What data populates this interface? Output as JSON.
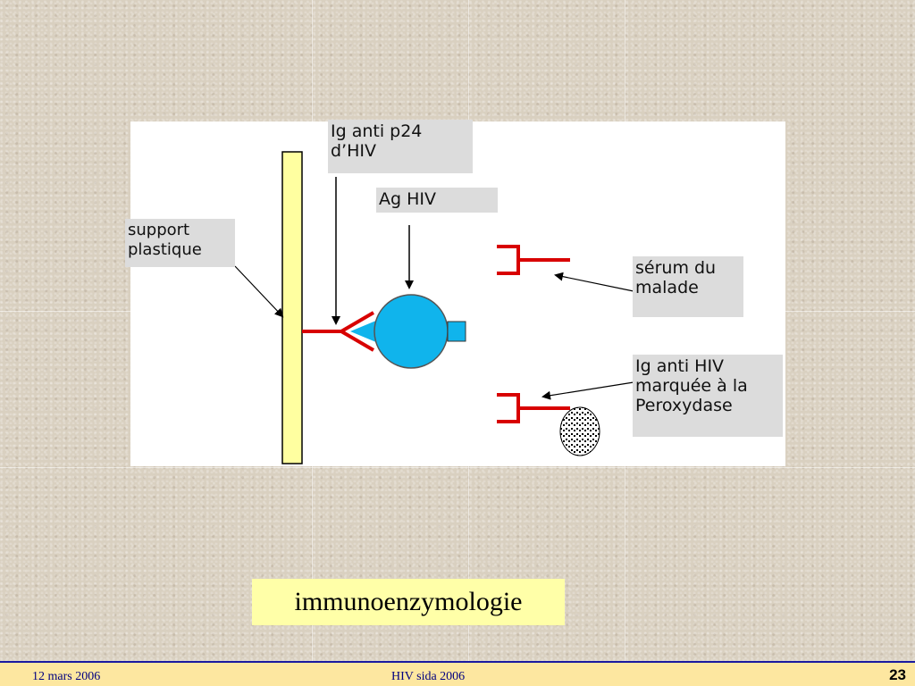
{
  "diagram": {
    "labels": {
      "ig_anti_p24": "Ig anti p24\nd’HIV",
      "ag_hiv": "Ag HIV",
      "support_plastique": "support\nplastique",
      "serum_du_malade": "sérum du\nmalade",
      "ig_anti_hiv_peroxydase": "Ig anti HIV\nmarquée à la\nPeroxydase"
    },
    "colors": {
      "antibody": "#d80000",
      "antigen": "#10b4ec",
      "support": "#ffffa0",
      "label_bg": "#dcdcdc"
    }
  },
  "caption": "immunoenzymologie",
  "footer": {
    "date": "12 mars 2006",
    "title": "HIV sida 2006",
    "page": "23"
  }
}
